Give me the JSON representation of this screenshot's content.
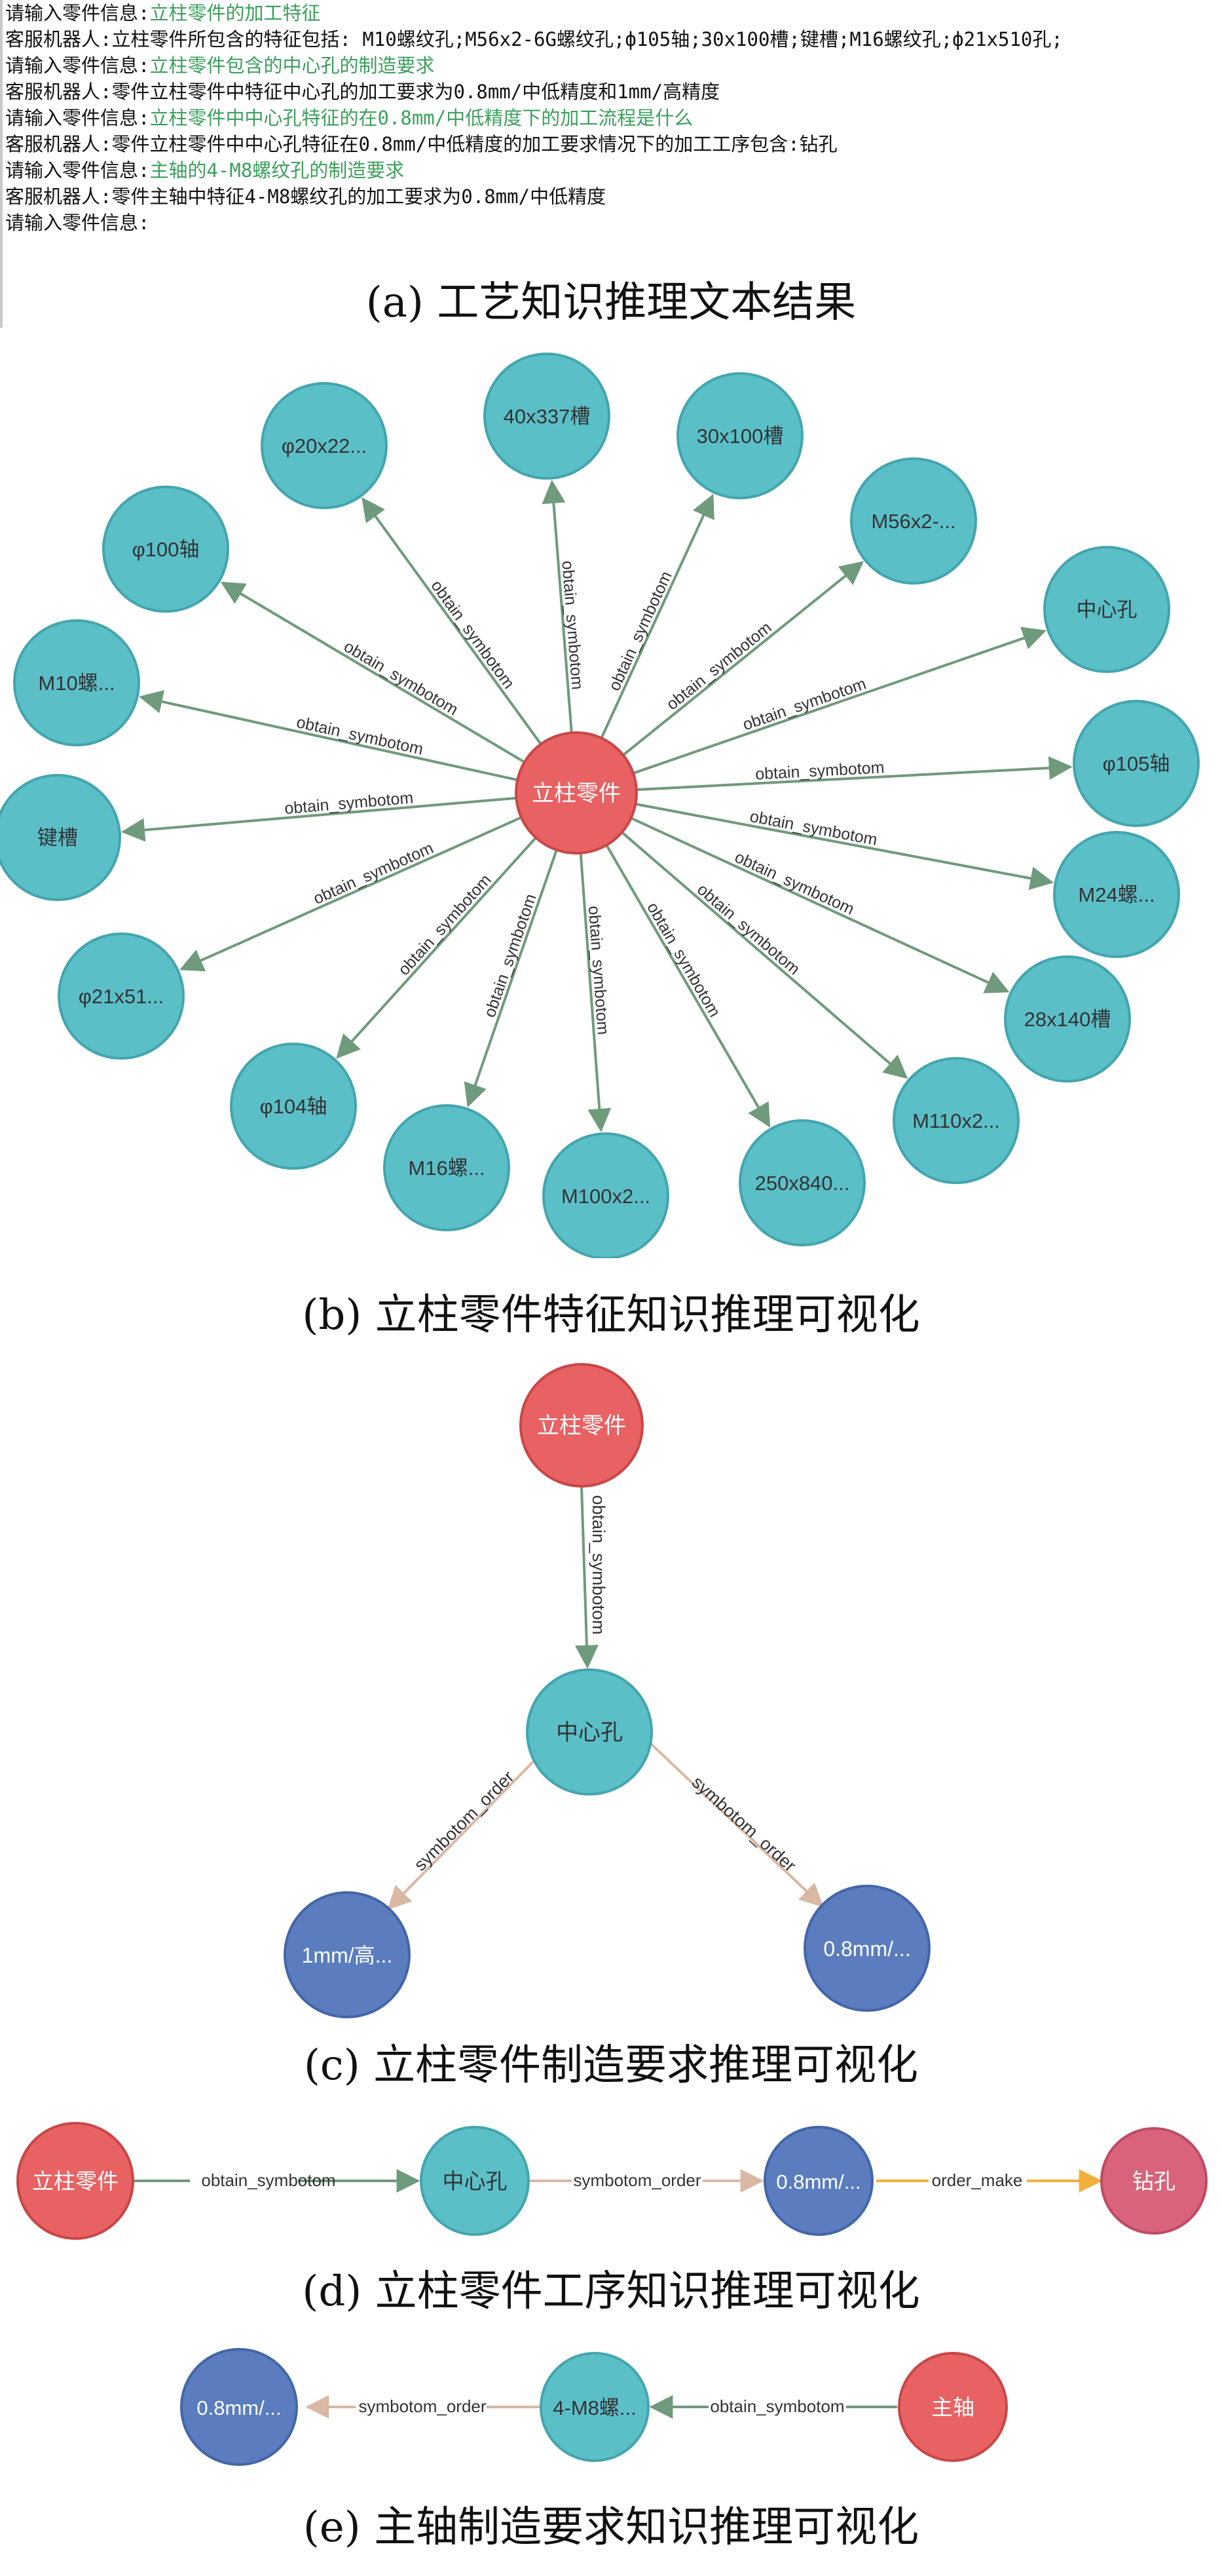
{
  "console": {
    "lines": [
      {
        "prefix": "请输入零件信息:",
        "value": "立柱零件的加工特征",
        "kind": "input"
      },
      {
        "prefix": "客服机器人:",
        "value": "立柱零件所包含的特征包括: M10螺纹孔;M56x2-6G螺纹孔;ф105轴;30x100槽;键槽;M16螺纹孔;ф21x510孔;",
        "kind": "reply"
      },
      {
        "prefix": "请输入零件信息:",
        "value": "立柱零件包含的中心孔的制造要求",
        "kind": "input"
      },
      {
        "prefix": "客服机器人:",
        "value": "零件立柱零件中特征中心孔的加工要求为0.8mm/中低精度和1mm/高精度",
        "kind": "reply"
      },
      {
        "prefix": "请输入零件信息:",
        "value": "立柱零件中中心孔特征的在0.8mm/中低精度下的加工流程是什么",
        "kind": "input"
      },
      {
        "prefix": "客服机器人:",
        "value": "零件立柱零件中中心孔特征在0.8mm/中低精度的加工要求情况下的加工工序包含:钻孔",
        "kind": "reply"
      },
      {
        "prefix": "请输入零件信息:",
        "value": "主轴的4-M8螺纹孔的制造要求",
        "kind": "input"
      },
      {
        "prefix": "客服机器人:",
        "value": "零件主轴中特征4-M8螺纹孔的加工要求为0.8mm/中低精度",
        "kind": "reply"
      },
      {
        "prefix": "请输入零件信息:",
        "value": "",
        "kind": "input"
      }
    ]
  },
  "captions": {
    "a": "(a) 工艺知识推理文本结果",
    "b": "(b) 立柱零件特征知识推理可视化",
    "c": "(c) 立柱零件制造要求推理可视化",
    "d": "(d) 立柱零件工序知识推理可视化",
    "e": "(e) 主轴制造要求知识推理可视化"
  },
  "colors": {
    "part_node": "#e86163",
    "feature_node": "#5bbfc8",
    "requirement_node": "#5b7dbf",
    "process_node": "#d9637b",
    "edge_symbotom": "#6f9a7c",
    "edge_order": "#d9b8a4",
    "edge_make": "#f2b03b"
  },
  "graphs": {
    "b": {
      "center": {
        "label": "立柱零件"
      },
      "edge_label": "obtain_symbotom",
      "nodes": [
        "40x337槽",
        "30x100槽",
        "M56x2-...",
        "中心孔",
        "φ105轴",
        "M24螺...",
        "28x140槽",
        "M110x2...",
        "250x840...",
        "M100x2...",
        "M16螺...",
        "φ104轴",
        "φ21x51...",
        "键槽",
        "M10螺...",
        "φ100轴",
        "φ20x22..."
      ]
    },
    "c": {
      "part": "立柱零件",
      "feature": "中心孔",
      "req1": "1mm/高...",
      "req2": "0.8mm/...",
      "e1": "obtain_symbotom",
      "e2": "symbotom_order",
      "e3": "symbotom_order"
    },
    "d": {
      "part": "立柱零件",
      "feature": "中心孔",
      "req": "0.8mm/...",
      "process": "钻孔",
      "e1": "obtain_symbotom",
      "e2": "symbotom_order",
      "e3": "order_make"
    },
    "e": {
      "req": "0.8mm/...",
      "feature": "4-M8螺...",
      "part": "主轴",
      "e1": "symbotom_order",
      "e2": "obtain_symbotom"
    }
  }
}
